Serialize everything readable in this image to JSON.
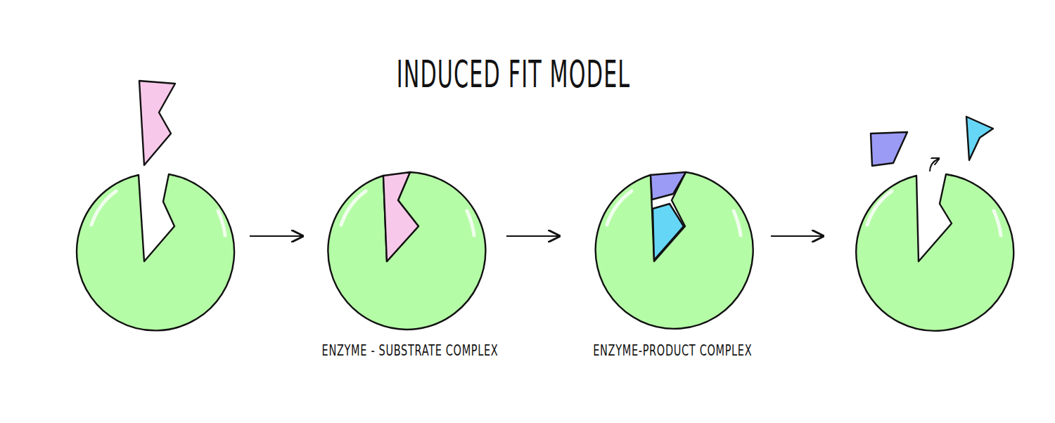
{
  "diagram": {
    "title": "INDUCED FIT MODEL",
    "labels": [
      "ENZYME - SUBSTRATE COMPLEX",
      "ENZYME-PRODUCT COMPLEX"
    ]
  }
}
